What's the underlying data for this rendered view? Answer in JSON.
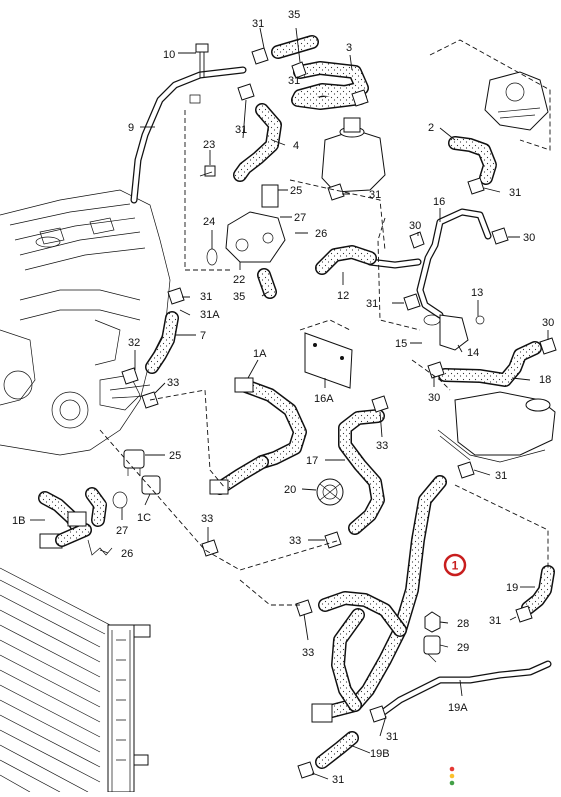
{
  "callouts": {
    "c10": "10",
    "c31a": "31",
    "c35a": "35",
    "c3": "3",
    "c31b": "31",
    "c9": "9",
    "c31c": "31",
    "c4": "4",
    "c23": "23",
    "c25a": "25",
    "c31d": "31",
    "c2": "2",
    "c31e": "31",
    "c16": "16",
    "c30a": "30",
    "c24": "24",
    "c27a": "27",
    "c26a": "26",
    "c30b": "30",
    "c22": "22",
    "c35b": "35",
    "c12": "12",
    "c31f": "31",
    "c13": "13",
    "c31g": "31",
    "c31A": "31A",
    "c7": "7",
    "c15": "15",
    "c14": "14",
    "c30c": "30",
    "c18": "18",
    "c32": "32",
    "c33a": "33",
    "c1A": "1A",
    "c16A": "16A",
    "c30d": "30",
    "c33b": "33",
    "c25b": "25",
    "c17": "17",
    "c31h": "31",
    "c20": "20",
    "c1B": "1B",
    "c27b": "27",
    "c1C": "1C",
    "c33c": "33",
    "c26b": "26",
    "c33d": "33",
    "c19": "19",
    "c31i": "31",
    "c28": "28",
    "c33e": "33",
    "c29": "29",
    "c19A": "19A",
    "c31j": "31",
    "c19B": "19B",
    "c31k": "31"
  },
  "highlight": {
    "label": "1",
    "color": "#c81e1e"
  },
  "status_dots": [
    "#e53935",
    "#fbc02d",
    "#43a047"
  ]
}
